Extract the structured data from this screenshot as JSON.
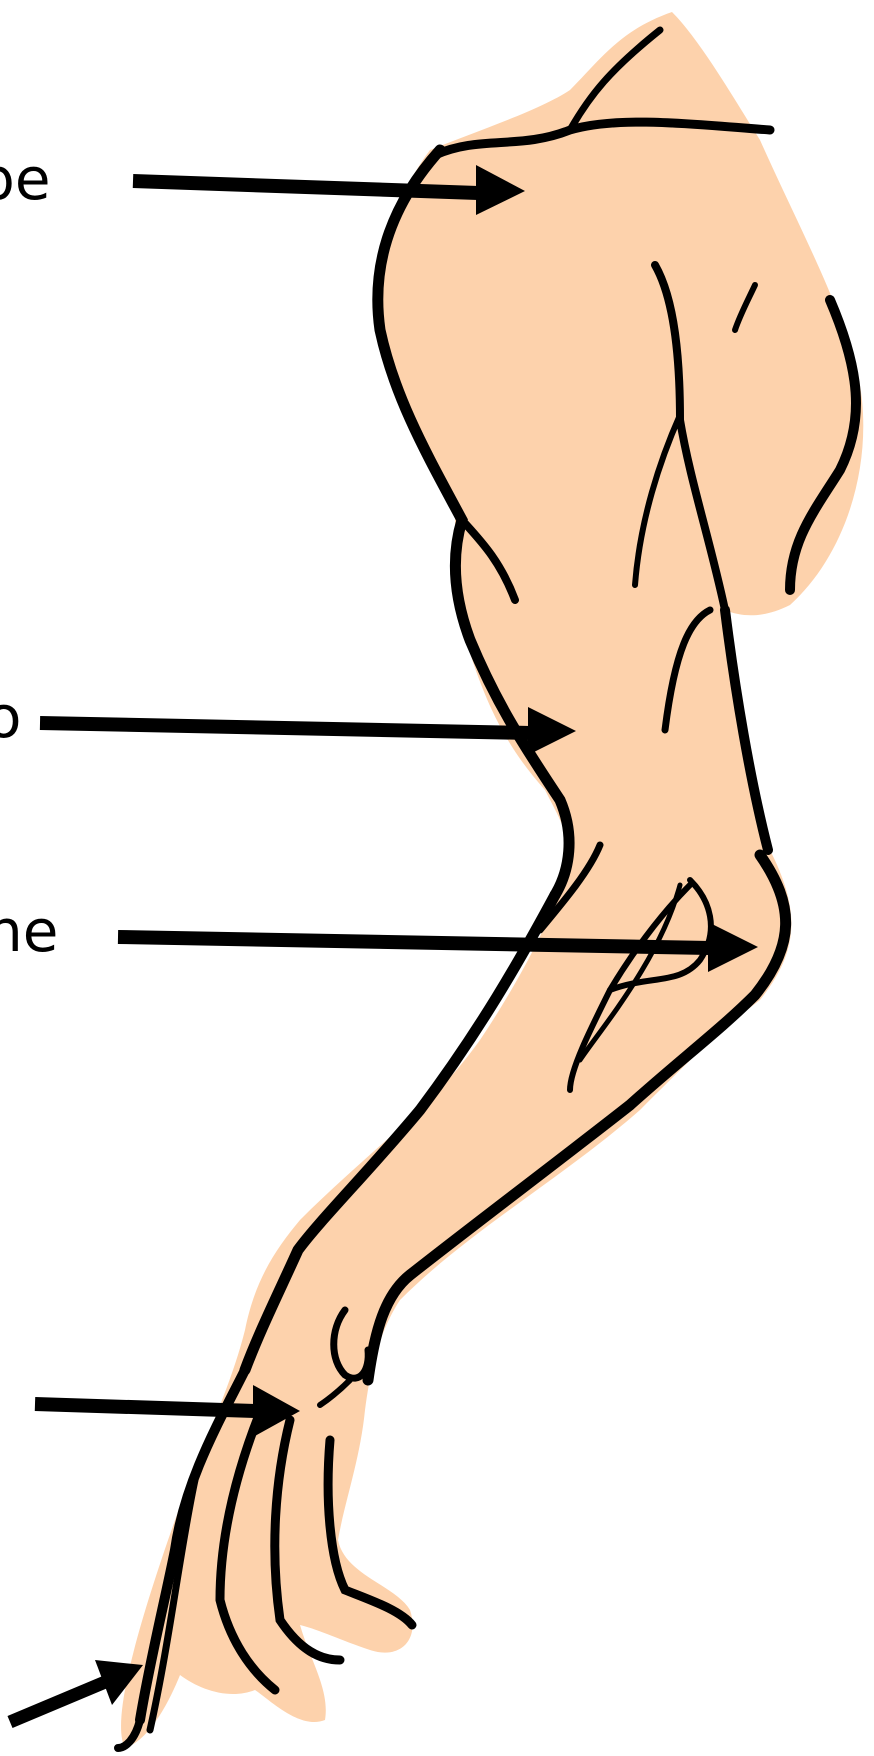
{
  "labels": [
    "be",
    "o",
    "ne"
  ],
  "colors": {
    "skin": "#FDD2AC",
    "ink": "#000000",
    "background": "#FFFFFF"
  }
}
